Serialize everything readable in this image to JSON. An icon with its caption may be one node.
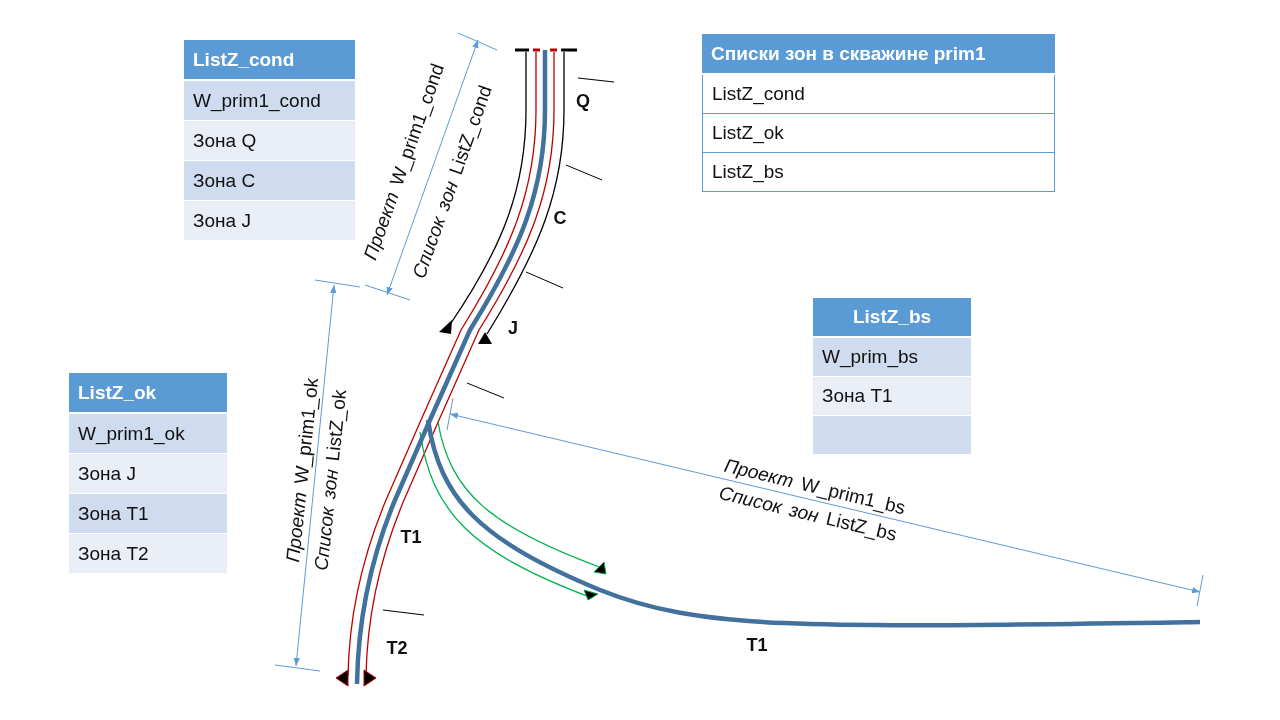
{
  "diagram": {
    "nodes": [
      {
        "text": [
          "ListZ_cond",
          "W_prim1_cond",
          "Зона Q",
          "Зона C",
          "Зона J"
        ]
      },
      {
        "text": [
          "Списки зон в скважине prim1",
          "ListZ_cond",
          "ListZ_ok",
          "ListZ_bs"
        ]
      },
      {
        "text": [
          "ListZ_bs",
          "W_prim_bs",
          "Зона T1"
        ]
      },
      {
        "text": [
          "ListZ_ok",
          "W_prim1_ok",
          "Зона J",
          "Зона T1",
          "Зона T2"
        ]
      }
    ],
    "labels": [
      "*Проект* W_prim1_cond",
      "*Список зон* ListZ_cond",
      "Q",
      "C",
      "J",
      "*Проект* W_prim1_ok",
      "*Список зон* ListZ_ok",
      "*Проект* W_prim1_bs",
      "*Список зон* ListZ_bs",
      "T1",
      "T2",
      "T1"
    ]
  }
}
